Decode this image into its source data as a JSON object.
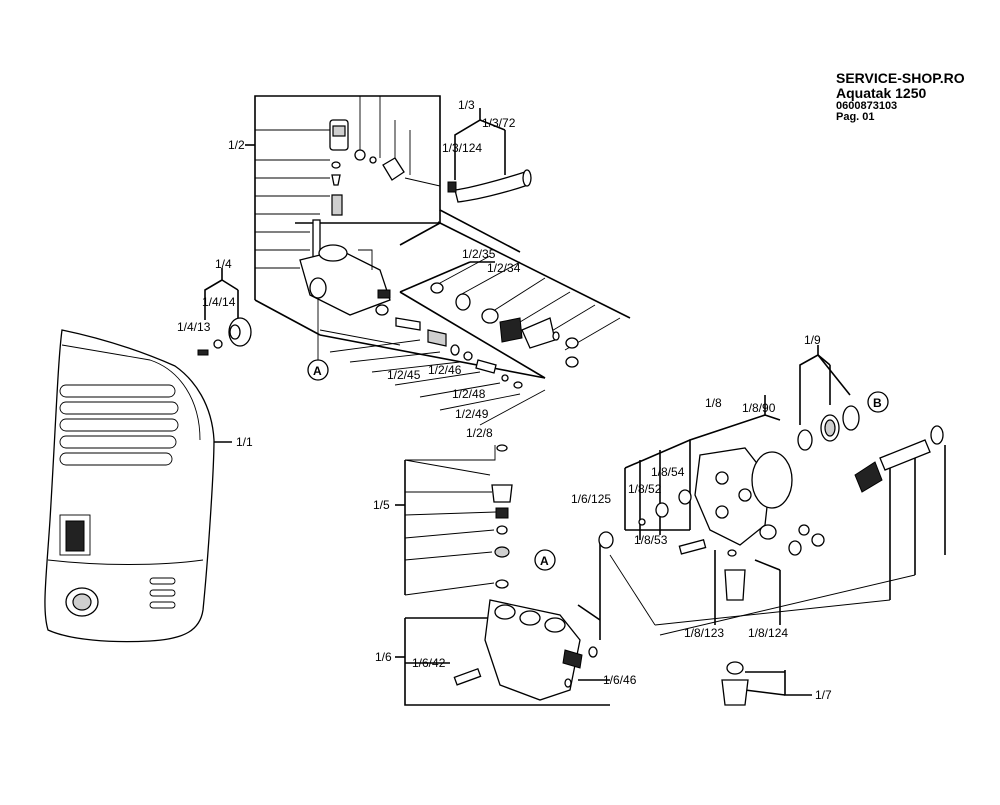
{
  "header": {
    "site": "SERVICE-SHOP.RO",
    "model": "Aquatak 1250",
    "part_number": "0600873103",
    "page": "Pag. 01"
  },
  "labels": {
    "l_1_1": "1/1",
    "l_1_2": "1/2",
    "l_1_3": "1/3",
    "l_1_3_72": "1/3/72",
    "l_1_3_124": "1/3/124",
    "l_1_2_35": "1/2/35",
    "l_1_2_34": "1/2/34",
    "l_1_2_45": "1/2/45",
    "l_1_2_46": "1/2/46",
    "l_1_2_48": "1/2/48",
    "l_1_2_49": "1/2/49",
    "l_1_2_8": "1/2/8",
    "l_1_4": "1/4",
    "l_1_4_14": "1/4/14",
    "l_1_4_13": "1/4/13",
    "l_1_5": "1/5",
    "l_1_6": "1/6",
    "l_1_6_42": "1/6/42",
    "l_1_6_46": "1/6/46",
    "l_1_6_125": "1/6/125",
    "l_1_7": "1/7",
    "l_1_8": "1/8",
    "l_1_8_90": "1/8/90",
    "l_1_8_54": "1/8/54",
    "l_1_8_52": "1/8/52",
    "l_1_8_53": "1/8/53",
    "l_1_8_123": "1/8/123",
    "l_1_8_124": "1/8/124",
    "l_1_9": "1/9",
    "marker_a": "A",
    "marker_b": "B"
  }
}
